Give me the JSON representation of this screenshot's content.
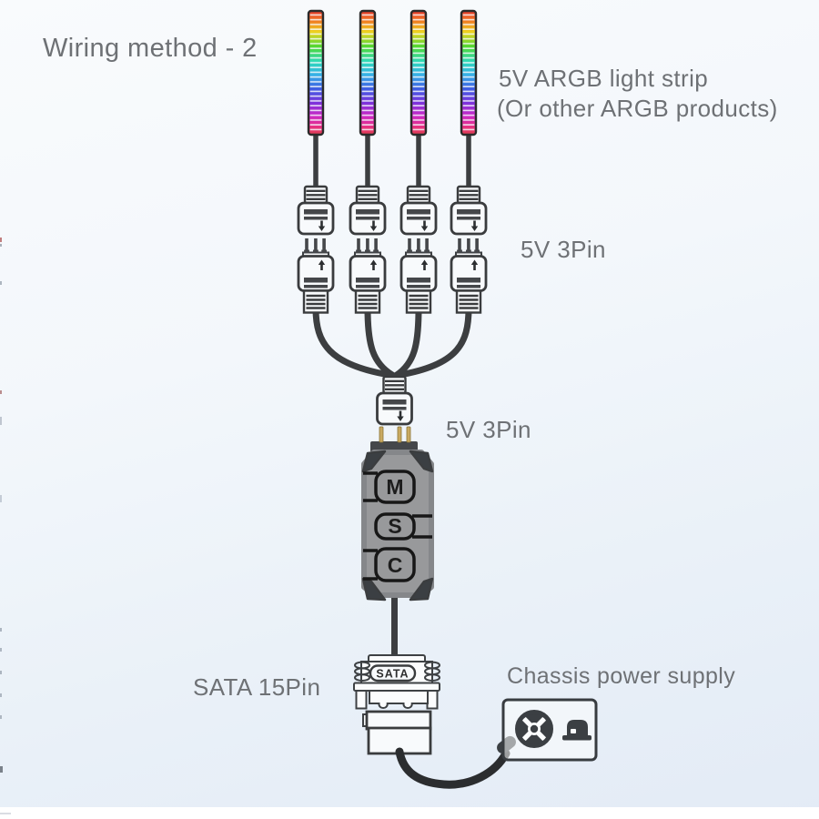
{
  "title": "Wiring method - 2",
  "labels": {
    "strip_line1": "5V ARGB light strip",
    "strip_line2": "(Or other ARGB products)",
    "pin_top": "5V 3Pin",
    "pin_mid": "5V 3Pin",
    "sata": "SATA 15Pin",
    "psu": "Chassis power supply"
  },
  "controller": {
    "buttons": [
      "M",
      "S",
      "C"
    ]
  },
  "sata_connector": {
    "label": "SATA"
  },
  "strips": {
    "count": 4
  },
  "colors": {
    "background_top": "#f9fbfd",
    "background_bottom": "#e3ebf6",
    "wire": "#3c3e40",
    "connector_outline": "#3a3c3e",
    "connector_fill": "#f8fafc",
    "controller_body": "#98999b",
    "controller_accent": "#3b3d3f",
    "gold_pin": "#c9a961",
    "label_text": "#6e7175",
    "psu_icon": "#3b3f43",
    "strip_border": "#2b2b2b",
    "strip_gradient": [
      "#e8382d",
      "#f07a22",
      "#eed31f",
      "#4fd732",
      "#2ed9b9",
      "#36aee8",
      "#3f5ce2",
      "#7b33dc",
      "#cc29c5",
      "#e83180",
      "#e0404f"
    ]
  }
}
